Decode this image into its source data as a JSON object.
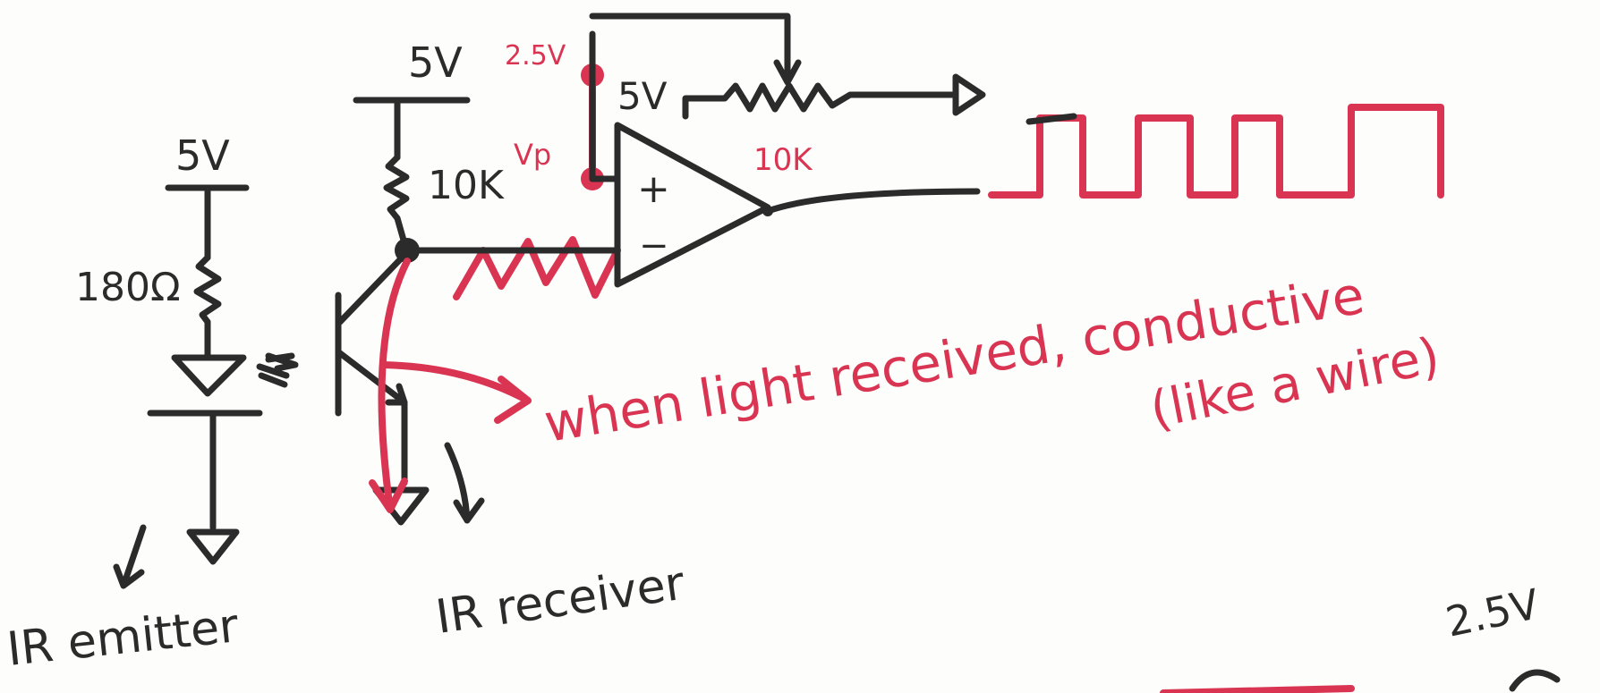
{
  "labels": {
    "emitter_supply": "5V",
    "emitter_resistor": "180Ω",
    "receiver_supply": "5V",
    "pullup_resistor": "10K",
    "ref_voltage": "2.5V",
    "opamp_supply": "5V",
    "pot_resistor": "10K",
    "vp_label": "Vp",
    "plus_sign": "+",
    "minus_sign": "−",
    "emitter_caption": "IR emitter",
    "receiver_caption": "IR receiver",
    "note_line1": "when light received, conductive",
    "note_line2": "(like a wire)",
    "corner_voltage": "2.5V"
  },
  "colors": {
    "ink_black": "#2b2b2b",
    "ink_red": "#d93552",
    "paper": "#fdfdfb"
  }
}
